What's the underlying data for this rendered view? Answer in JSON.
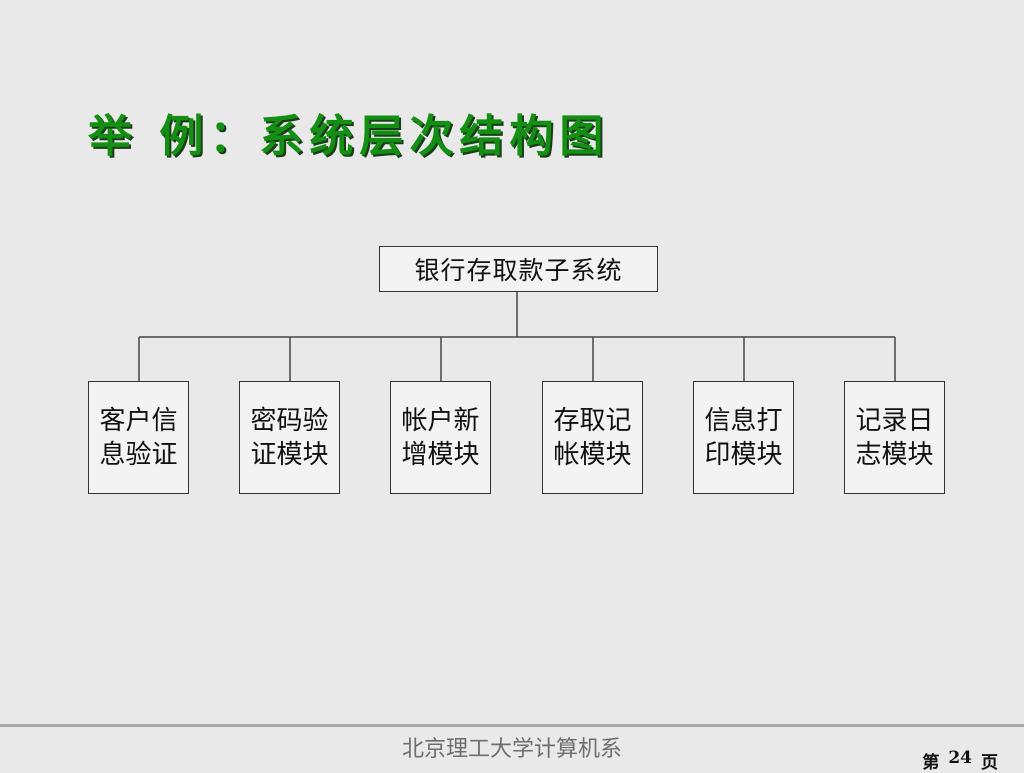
{
  "slide": {
    "title": "举 例：系统层次结构图"
  },
  "diagram": {
    "root": "银行存取款子系统",
    "children": [
      "客户信息验证",
      "密码验证模块",
      "帐户新增模块",
      "存取记帐模块",
      "信息打印模块",
      "记录日志模块"
    ]
  },
  "footer": {
    "department": "北京理工大学计算机系",
    "page_prefix": "第",
    "page_number": "24",
    "page_suffix": "页"
  }
}
